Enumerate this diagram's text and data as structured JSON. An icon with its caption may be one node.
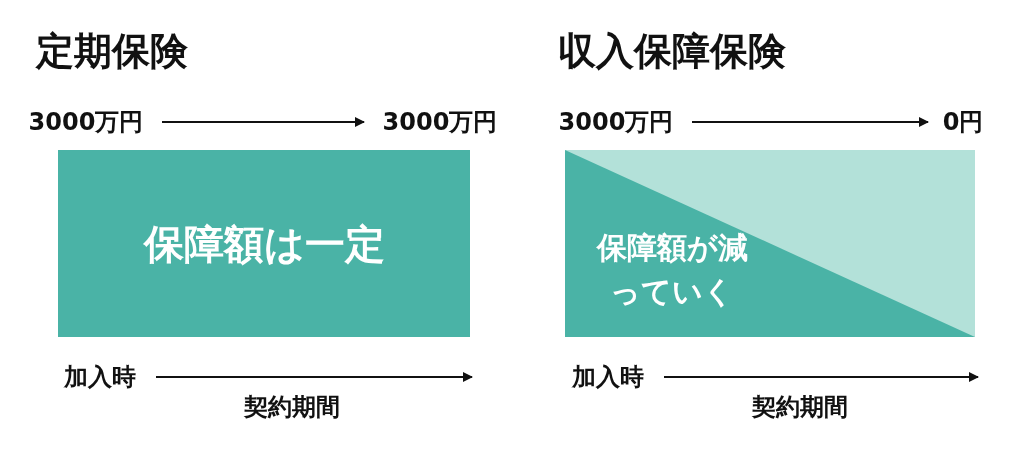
{
  "diagram": {
    "nodes": [
      {
        "text": [
          "3000万円"
        ]
      },
      {
        "text": [
          "3000万円"
        ]
      },
      {
        "text": [
          "保障額は一定"
        ]
      },
      {
        "text": [
          "加入時"
        ]
      },
      {
        "text": [
          "3000万円"
        ]
      },
      {
        "text": [
          "0円"
        ]
      },
      {
        "text": [
          "保障額が減っていく"
        ]
      },
      {
        "text": [
          "加入時"
        ]
      }
    ],
    "edges": [
      {
        "from": 0,
        "to": 1,
        "arrow": "to"
      },
      {
        "from": 3,
        "to": null,
        "arrow": "to",
        "label": "契約期間"
      },
      {
        "from": 4,
        "to": 5,
        "arrow": "to"
      },
      {
        "from": 7,
        "to": null,
        "arrow": "to",
        "label": "契約期間"
      }
    ],
    "labels": [
      "定期保険",
      "収入保障保険"
    ]
  }
}
